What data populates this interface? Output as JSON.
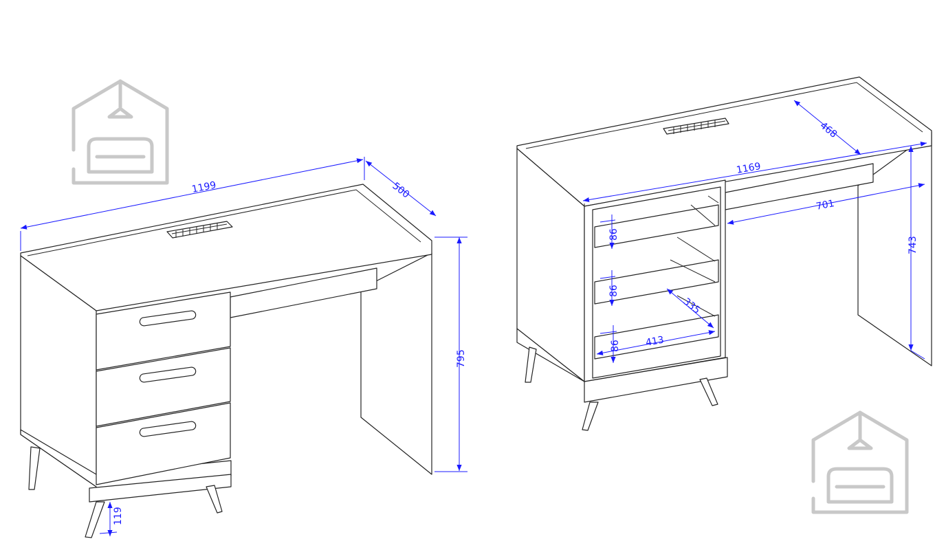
{
  "colors": {
    "dimension": "#1a1aff",
    "outline": "#222222",
    "logo": "#c8c8c8"
  },
  "left_view": {
    "width": "1199",
    "depth": "500",
    "height": "795",
    "leg_height": "119"
  },
  "right_view": {
    "inner_width": "1169",
    "inner_depth": "468",
    "knee_width": "701",
    "knee_height": "743",
    "drawer_heights": [
      "86",
      "86",
      "86"
    ],
    "drawer_width": "413",
    "drawer_depth": "335"
  }
}
